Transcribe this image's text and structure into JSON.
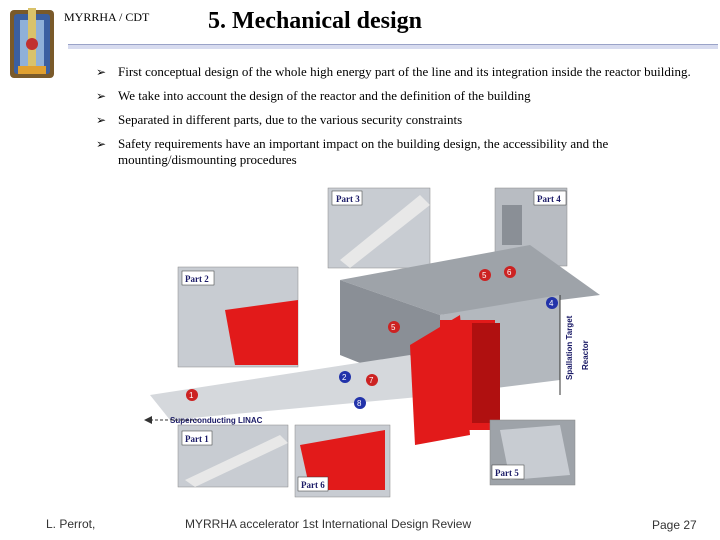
{
  "header": {
    "org": "MYRRHA / CDT",
    "title": "5. Mechanical design"
  },
  "bullets": [
    {
      "icon": "arrow-bullet-icon",
      "text": "First conceptual design of the whole high energy part of the line and its integration inside the reactor building."
    },
    {
      "icon": "arrow-bullet-icon",
      "text": "We take into account the design of the reactor and the definition of the building"
    },
    {
      "icon": "arrow-bullet-icon",
      "text": "Separated in different parts, due to the various security constraints"
    },
    {
      "icon": "arrow-bullet-icon",
      "text": "Safety requirements have an important impact on the building design, the accessibility and the mounting/dismounting procedures"
    }
  ],
  "figure": {
    "part_labels": [
      "Part 1",
      "Part 2",
      "Part 3",
      "Part 4",
      "Part 5",
      "Part 6"
    ],
    "linac_label": "Superconducting LINAC",
    "target_label": "Spallation Target",
    "reactor_label": "Reactor",
    "markers": [
      "1",
      "2",
      "4",
      "5",
      "5",
      "6",
      "7",
      "8"
    ],
    "colors": {
      "building": "#9ea3a9",
      "shielding": "#e21a1a",
      "marker_red": "#cc2222",
      "marker_blue": "#2233aa",
      "background": "#ffffff"
    }
  },
  "footer": {
    "author": "L. Perrot,",
    "event": "MYRRHA accelerator 1st International Design Review",
    "page": "Page 27"
  }
}
